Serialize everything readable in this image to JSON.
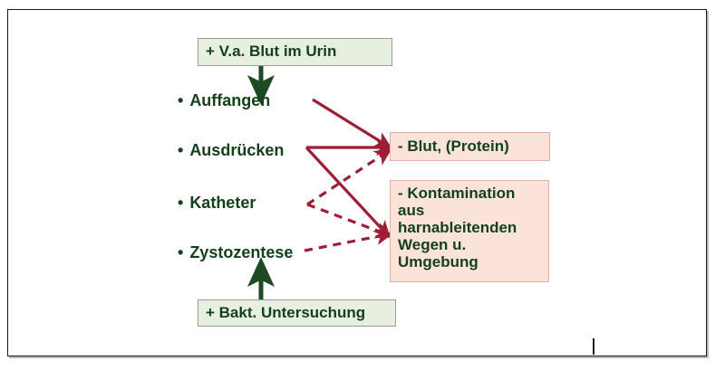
{
  "slide": {
    "background_color": "#ffffff",
    "frame_border_color": "#1a1a1a"
  },
  "colors": {
    "green_box_fill": "#e7efe1",
    "green_box_border": "#9a9a9a",
    "green_text": "#14401a",
    "green_arrow": "#1d4a22",
    "pink_box_fill": "#fbe3da",
    "pink_box_border": "#e0afa6",
    "red_arrow": "#9e1f35"
  },
  "boxes": {
    "top_input": {
      "label": "+ V.a. Blut im Urin",
      "type": "green"
    },
    "bottom_input": {
      "label": "+ Bakt. Untersuchung",
      "type": "green"
    },
    "result_blut": {
      "label": "- Blut, (Protein)",
      "type": "pink"
    },
    "result_kontamination": {
      "label": "- Kontamination\n   aus\n   harnableitenden\n   Wegen u.\n   Umgebung",
      "type": "pink"
    }
  },
  "methods": {
    "bullet_char": "•",
    "items": [
      {
        "label": "Auffangen"
      },
      {
        "label": "Ausdrücken"
      },
      {
        "label": "Katheter"
      },
      {
        "label": "Zystozentese"
      }
    ]
  },
  "connectors": {
    "green": [
      {
        "name": "arrow-top-input-to-auffangen",
        "style": "solid",
        "direction": "down"
      },
      {
        "name": "arrow-bottom-input-to-zystozentese",
        "style": "solid",
        "direction": "up"
      }
    ],
    "red": [
      {
        "name": "auffangen-to-blut",
        "from": "Auffangen",
        "to": "- Blut, (Protein)",
        "style": "solid"
      },
      {
        "name": "ausdruecken-to-blut",
        "from": "Ausdrücken",
        "to": "- Blut, (Protein)",
        "style": "solid"
      },
      {
        "name": "ausdruecken-to-kontamination",
        "from": "Ausdrücken",
        "to": "- Kontamination",
        "style": "solid"
      },
      {
        "name": "katheter-to-blut",
        "from": "Katheter",
        "to": "- Blut, (Protein)",
        "style": "dashed"
      },
      {
        "name": "katheter-to-kontamination",
        "from": "Katheter",
        "to": "- Kontamination",
        "style": "dashed"
      },
      {
        "name": "zystozentese-to-kontamination",
        "from": "Zystozentese",
        "to": "- Kontamination",
        "style": "dashed"
      }
    ]
  },
  "cursor": {
    "name": "text-caret-mark"
  }
}
